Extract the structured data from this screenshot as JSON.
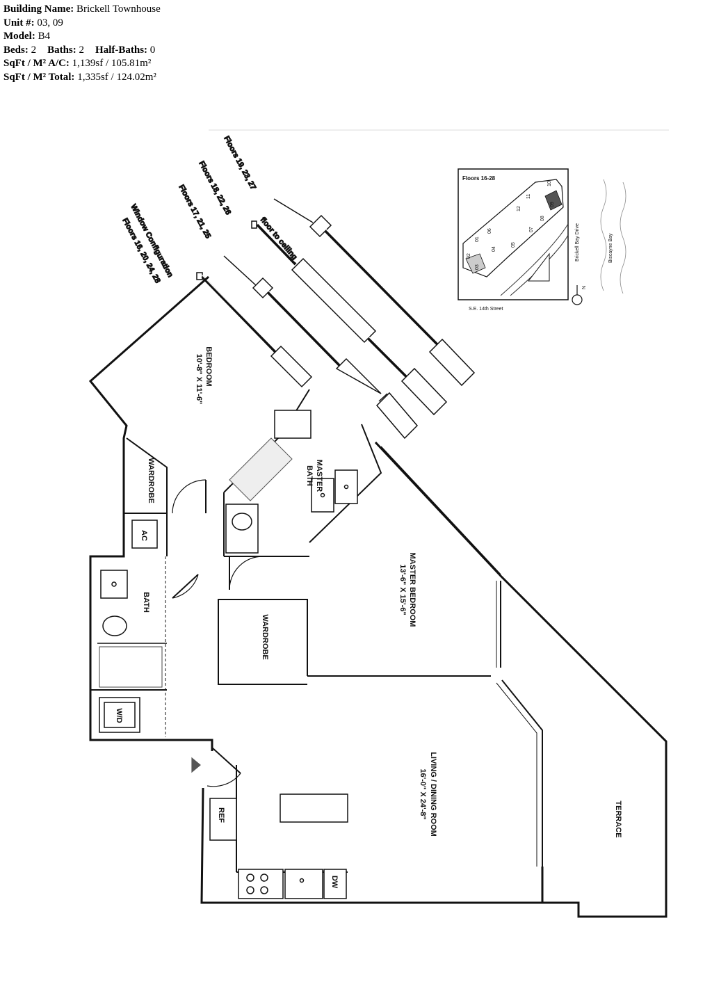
{
  "info": {
    "building_label": "Building Name:",
    "building_value": "Brickell Townhouse",
    "unit_label": "Unit #:",
    "unit_value": "03, 09",
    "model_label": "Model:",
    "model_value": "B4",
    "beds_label": "Beds:",
    "beds_value": "2",
    "baths_label": "Baths:",
    "baths_value": "2",
    "halfbaths_label": "Half-Baths:",
    "halfbaths_value": "0",
    "sqft_ac_label": "SqFt / M² A/C:",
    "sqft_ac_value": "1,139sf / 105.81m²",
    "sqft_total_label": "SqFt / M² Total:",
    "sqft_total_value": "1,335sf / 124.02m²"
  },
  "windows": {
    "config_title": "Window Configuration",
    "floors_a": "Floors 16, 20, 24, 28",
    "floors_b": "Floors 17, 21, 25",
    "floors_c": "Floors 18, 22, 26",
    "floors_d": "Floors 19, 23, 27",
    "floor_to_ceiling": "floor to ceiling"
  },
  "keyplan": {
    "title": "Floors 16-28",
    "street_bottom": "S.E. 14th Street",
    "street_right": "Brickell Bay Drive",
    "water": "Biscayne Bay",
    "north": "N",
    "units": [
      "01",
      "02",
      "03",
      "04",
      "05",
      "06",
      "07",
      "08",
      "09",
      "10",
      "11",
      "12"
    ]
  },
  "rooms": {
    "bedroom": "BEDROOM",
    "bedroom_dim": "10'-8\" X 11'-6\"",
    "wardrobe1": "WARDROBE",
    "master_bath": "MASTER",
    "master_bath2": "BATH",
    "ac": "AC",
    "bath": "BATH",
    "wardrobe2": "WARDROBE",
    "master_bedroom": "MASTER BEDROOM",
    "master_bedroom_dim": "13'-6\" X 15'-6\"",
    "wd": "W/D",
    "living": "LIVING / DINING ROOM",
    "living_dim": "16'-0\" X 24'-8\"",
    "ref": "REF",
    "dw": "DW",
    "terrace": "TERRACE"
  }
}
